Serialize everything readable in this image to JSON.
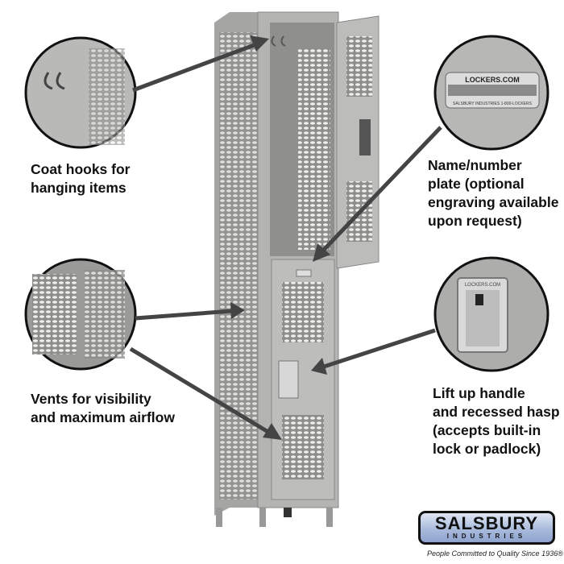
{
  "callouts": {
    "coat_hooks": "Coat hooks for\nhanging items",
    "name_plate": "Name/number\nplate (optional\nengraving available\nupon request)",
    "vents": "Vents for visibility\nand maximum airflow",
    "handle": "Lift up handle\nand recessed hasp\n(accepts built-in\nlock or padlock)"
  },
  "plate": {
    "title": "LOCKERS.COM",
    "subtitle": "SALSBURY INDUSTRIES   1-800-LOCKERS"
  },
  "handle_plate_text": "LOCKERS.COM",
  "brand": {
    "name": "SALSBURY",
    "sub": "INDUSTRIES",
    "tagline": "People Committed to Quality Since 1936®"
  },
  "colors": {
    "locker": "#a9a9a7",
    "logo_blue": "#a9bbdc"
  }
}
